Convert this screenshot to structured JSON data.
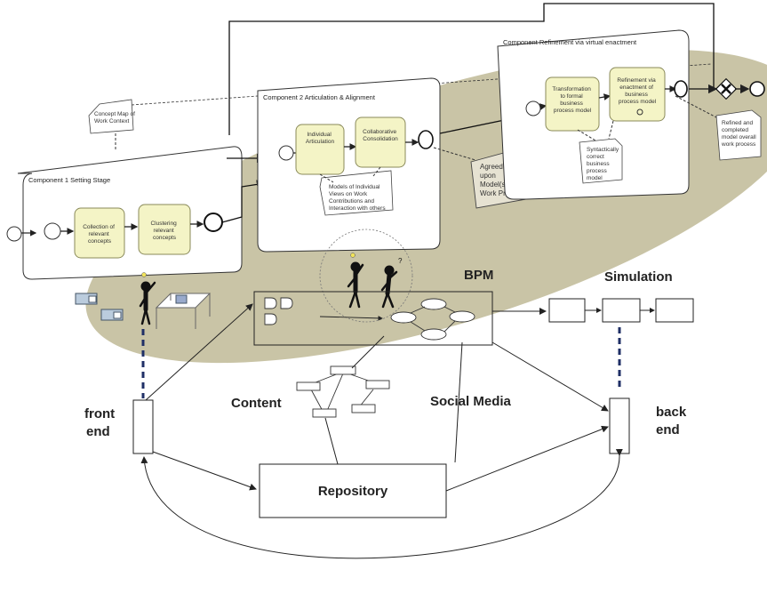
{
  "components": {
    "c1": {
      "title": "Component 1 Setting Stage",
      "task1": [
        "Collection of",
        "relevant",
        "concepts"
      ],
      "task2": [
        "Clustering",
        "relevant",
        "concepts"
      ]
    },
    "c2": {
      "title": "Component 2 Articulation & Alignment",
      "task1": [
        "Individual",
        "Articulation"
      ],
      "task2": [
        "Collaborative",
        "Consolidation"
      ]
    },
    "c3": {
      "title": "Component Refinement via virtual enactment",
      "task1": [
        "Transformation",
        "to formal",
        "business",
        "process model"
      ],
      "task2": [
        "Refinement via",
        "enactment of",
        "business",
        "process model"
      ]
    }
  },
  "notes": {
    "concept_map": [
      "Concept Map of",
      "Work Context"
    ],
    "models_views": [
      "Models of Individual",
      "Views on Work",
      "Contributions and",
      "Interaction with others"
    ],
    "agreed": [
      "Agreed -",
      "upon",
      "Model(s) of",
      "Work Process"
    ],
    "syntactic": [
      "Syntactically",
      "correct",
      "business",
      "process",
      "model"
    ],
    "refined": [
      "Refined and",
      "completed",
      "model overall",
      "work process"
    ]
  },
  "labels": {
    "bpm": "BPM",
    "simulation": "Simulation",
    "content": "Content",
    "social_media": "Social Media",
    "front_end": [
      "front",
      "end"
    ],
    "back_end": [
      "back",
      "end"
    ],
    "repository": "Repository"
  },
  "colors": {
    "ellipse": "#c9c4a6",
    "task_fill": "#f4f4c6",
    "task_stroke": "#8a8a5a",
    "dashed_blue": "#1f2f66"
  }
}
